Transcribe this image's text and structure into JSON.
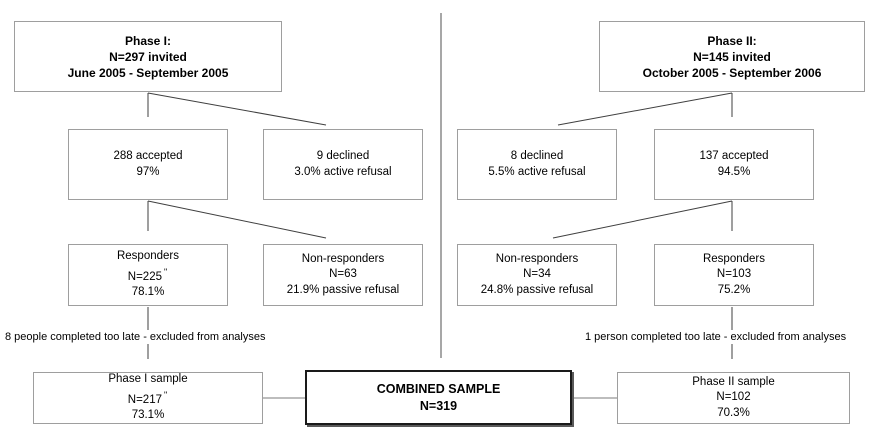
{
  "phase1": {
    "header": [
      "Phase I:",
      "N=297 invited",
      "June 2005 - September 2005"
    ],
    "accepted": [
      "288 accepted",
      "97%"
    ],
    "declined": [
      "9 declined",
      "3.0% active refusal"
    ],
    "responders": [
      "Responders",
      "N=225",
      "78.1%"
    ],
    "responders_sup": "\"",
    "nonresponders": [
      "Non-responders",
      "N=63",
      "21.9% passive refusal"
    ],
    "exclusion_note": "8 people completed too late - excluded from analyses",
    "sample": [
      "Phase I sample",
      "N=217",
      "73.1%"
    ],
    "sample_sup": "\""
  },
  "phase2": {
    "header": [
      "Phase II:",
      "N=145 invited",
      "October 2005 - September 2006"
    ],
    "declined": [
      "8 declined",
      "5.5% active refusal"
    ],
    "accepted": [
      "137 accepted",
      "94.5%"
    ],
    "nonresponders": [
      "Non-responders",
      "N=34",
      "24.8% passive refusal"
    ],
    "responders": [
      "Responders",
      "N=103",
      "75.2%"
    ],
    "exclusion_note": "1 person completed too late - excluded from analyses",
    "sample": [
      "Phase II sample",
      "N=102",
      "70.3%"
    ]
  },
  "combined": [
    "COMBINED SAMPLE",
    "N=319"
  ],
  "colors": {
    "background": "#ffffff",
    "text": "#000000",
    "box_border": "#9e9e9e",
    "combined_border": "#1a1a1a",
    "combined_shadow": "#5a5a5a",
    "arrow_line": "#3f3f3f",
    "arrowhead": "#0f0f0f",
    "divider_line": "#4f4f4f",
    "connector_line": "#bdbdbd"
  }
}
